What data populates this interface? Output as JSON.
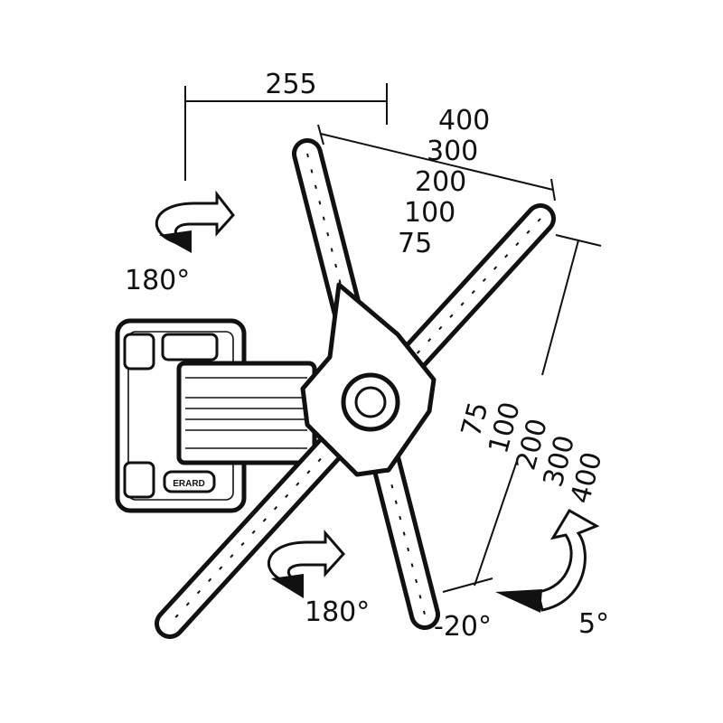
{
  "title": "TV wall mount dimensions diagram",
  "brand_logo": "ERARD",
  "dimensions": {
    "arm_extension": "255",
    "vesa_horizontal": [
      "400",
      "300",
      "200",
      "100",
      "75"
    ],
    "vesa_vertical": [
      "75",
      "100",
      "200",
      "300",
      "400"
    ]
  },
  "rotations": {
    "wall_swivel": "180°",
    "arm_swivel": "180°",
    "tilt_down": "-20°",
    "tilt_up": "5°"
  }
}
